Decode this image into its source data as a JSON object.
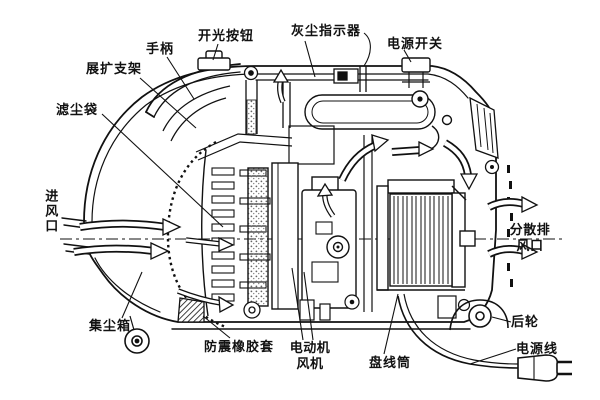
{
  "diagram": {
    "subject": "vacuum-cleaner-cutaway"
  },
  "colors": {
    "ink": "#111111",
    "paper": "#ffffff"
  },
  "labels": {
    "expand_bracket": "展扩支架",
    "handle": "手柄",
    "switch_button": "开光按钮",
    "dust_indicator": "灰尘指示器",
    "power_switch": "电源开关",
    "dust_filter_bag": "滤尘袋",
    "air_inlet": "进风口",
    "dust_box": "集尘箱",
    "rubber_sleeve": "防震橡胶套",
    "motor": "电动机",
    "fan": "风机",
    "cord_reel": "盘线筒",
    "rear_wheel": "后轮",
    "power_cord": "电源线",
    "exhaust_line1": "分散排",
    "exhaust_line2": "风口"
  }
}
